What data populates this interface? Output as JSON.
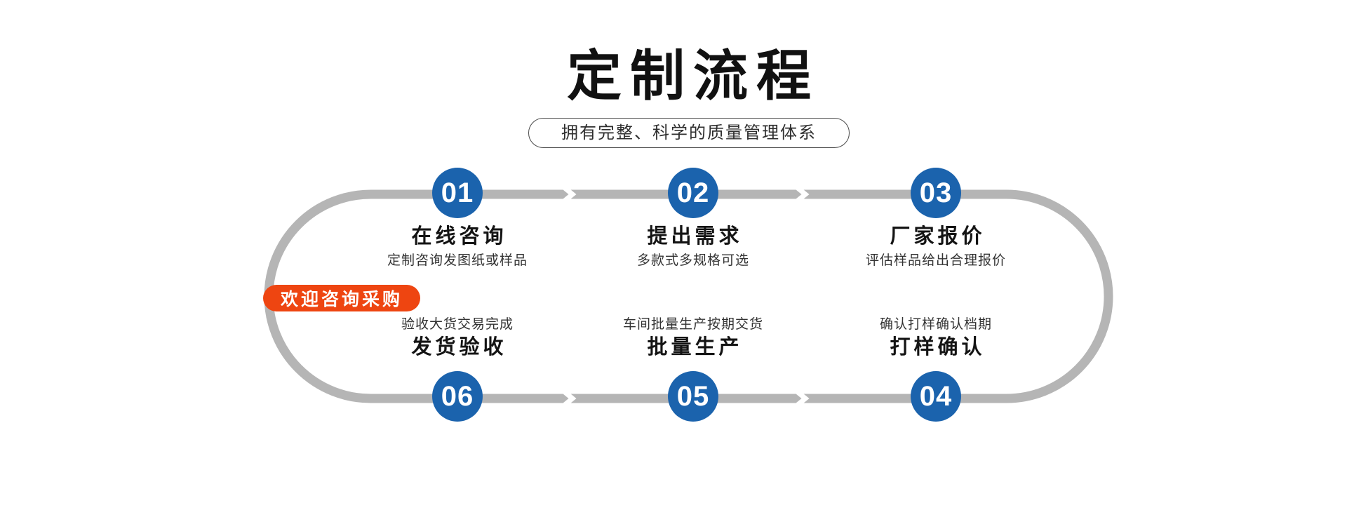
{
  "page": {
    "title": "定制流程",
    "subtitle": "拥有完整、科学的质量管理体系",
    "badge_label": "欢迎咨询采购"
  },
  "colors": {
    "accent_blue": "#1b63ad",
    "accent_orange": "#ee4511",
    "track_gray": "#b5b5b5"
  },
  "diagram": {
    "type": "process-loop",
    "arrow_icon": "chevron-right",
    "flow_order": [
      "01",
      "02",
      "03",
      "04",
      "05",
      "06"
    ]
  },
  "steps": [
    {
      "number": "01",
      "title": "在线咨询",
      "desc": "定制咨询发图纸或样品",
      "row": "top"
    },
    {
      "number": "02",
      "title": "提出需求",
      "desc": "多款式多规格可选",
      "row": "top"
    },
    {
      "number": "03",
      "title": "厂家报价",
      "desc": "评估样品给出合理报价",
      "row": "top"
    },
    {
      "number": "04",
      "title": "打样确认",
      "desc": "确认打样确认档期",
      "row": "bottom"
    },
    {
      "number": "05",
      "title": "批量生产",
      "desc": "车间批量生产按期交货",
      "row": "bottom"
    },
    {
      "number": "06",
      "title": "发货验收",
      "desc": "验收大货交易完成",
      "row": "bottom"
    }
  ]
}
